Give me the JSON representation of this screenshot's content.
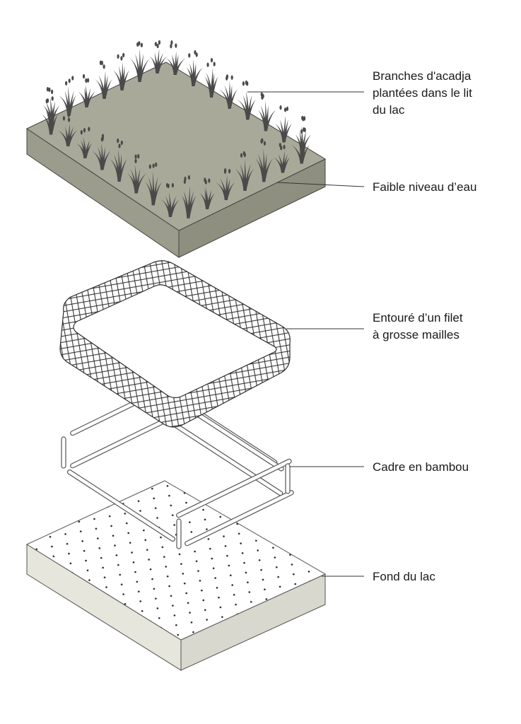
{
  "labels": {
    "branches": {
      "line1": "Branches d'acadja",
      "line2": "plantées dans le lit",
      "line3": "du lac"
    },
    "water": {
      "line1": "Faible niveau d’eau"
    },
    "net": {
      "line1": "Entouré d’un filet",
      "line2": "à grosse mailles"
    },
    "bamboo": {
      "line1": "Cadre en bambou"
    },
    "lakebed": {
      "line1": "Fond du lac"
    }
  },
  "colors": {
    "water_top": "#a9a99a",
    "water_left": "#9c9c8c",
    "water_right": "#8f8f7f",
    "grass": "#4a4a4a",
    "lakebed_top": "#ffffff",
    "lakebed_side_left": "#e6e6dc",
    "lakebed_side_right": "#d8d8ce",
    "net_stroke": "#2a2a2a",
    "bamboo_fill": "#ffffff",
    "bamboo_stroke": "#555555"
  }
}
